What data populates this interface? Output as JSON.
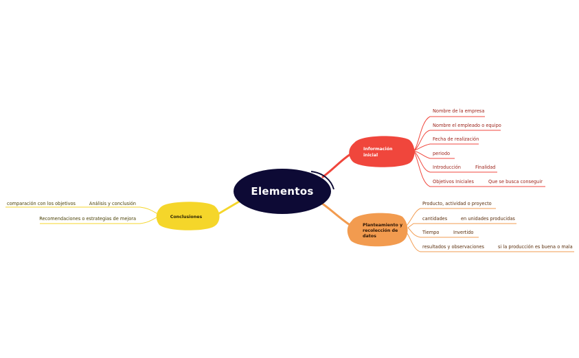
{
  "central": {
    "label": "Elementos",
    "color": "#0d0a35"
  },
  "colors": {
    "red": "#f0463c",
    "orange": "#f29b4f",
    "yellow": "#f5d62a",
    "red_text": "#9a1d14",
    "orange_text": "#5a2e0c",
    "yellow_text": "#4a4005"
  },
  "branches": {
    "informacion": {
      "label_lines": [
        "Información",
        "inicial"
      ],
      "leaves": [
        "Nombre de la empresa",
        "Nombre el empleado o equipo",
        "Fecha de realización",
        "periodo",
        "Introducción",
        "Objetivos Iniciales"
      ],
      "sub": {
        "finalidad": "Finalidad",
        "que_busca": "Que se busca conseguir"
      }
    },
    "planteamiento": {
      "label_lines": [
        "Planteamiento y",
        "recolección de",
        "datos"
      ],
      "leaves": [
        "Producto, actividad o proyecto",
        "cantidades",
        "Tiempo",
        "resultados y observaciones"
      ],
      "sub": {
        "unidades": "en unidades producidas",
        "invertido": "Invertido",
        "si_buena": "si la producción es buena o mala"
      }
    },
    "conclusiones": {
      "label": "Conclusiones",
      "leaves": [
        "Análisis y conclusión",
        "Recomendaciones o estrategias de mejora"
      ],
      "sub": {
        "comparacion": "comparación con los objetivos"
      }
    }
  }
}
